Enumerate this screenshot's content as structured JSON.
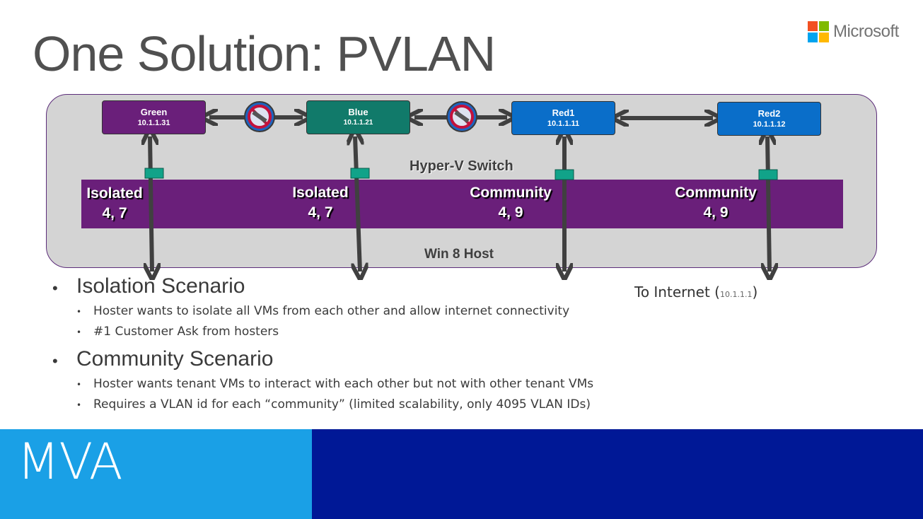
{
  "title": "One Solution: PVLAN",
  "brand": {
    "name": "Microsoft",
    "colors": [
      "#f25022",
      "#7fba00",
      "#00a4ef",
      "#ffb900"
    ]
  },
  "diagram": {
    "host_label": "Win 8 Host",
    "switch_label": "Hyper-V Switch",
    "vms": [
      {
        "name": "Green",
        "ip": "10.1.1.31",
        "color": "#6a1f7a"
      },
      {
        "name": "Blue",
        "ip": "10.1.1.21",
        "color": "#117a6a"
      },
      {
        "name": "Red1",
        "ip": "10.1.1.11",
        "color": "#0a6ec9"
      },
      {
        "name": "Red2",
        "ip": "10.1.1.12",
        "color": "#0a6ec9"
      }
    ],
    "ports": [
      {
        "mode": "Isolated",
        "vlans": "4, 7"
      },
      {
        "mode": "Isolated",
        "vlans": "4, 7"
      },
      {
        "mode": "Community",
        "vlans": "4, 9"
      },
      {
        "mode": "Community",
        "vlans": "4, 9"
      }
    ],
    "internet_label": "To Internet (",
    "internet_ip": "10.1.1.1",
    "internet_close": ")",
    "blocked_icon": "no-entry-icon"
  },
  "bullets": [
    {
      "heading": "Isolation Scenario",
      "items": [
        "Hoster wants to isolate all VMs from each other and allow internet connectivity",
        "#1 Customer Ask from hosters"
      ]
    },
    {
      "heading": "Community Scenario",
      "items": [
        "Hoster wants tenant VMs to interact with each other but not with other tenant VMs",
        "Requires a VLAN id for each “community” (limited scalability, only 4095 VLAN IDs)"
      ]
    }
  ],
  "footer": {
    "label": "MVA",
    "left_color": "#1aa0e6",
    "right_color": "#001896"
  }
}
